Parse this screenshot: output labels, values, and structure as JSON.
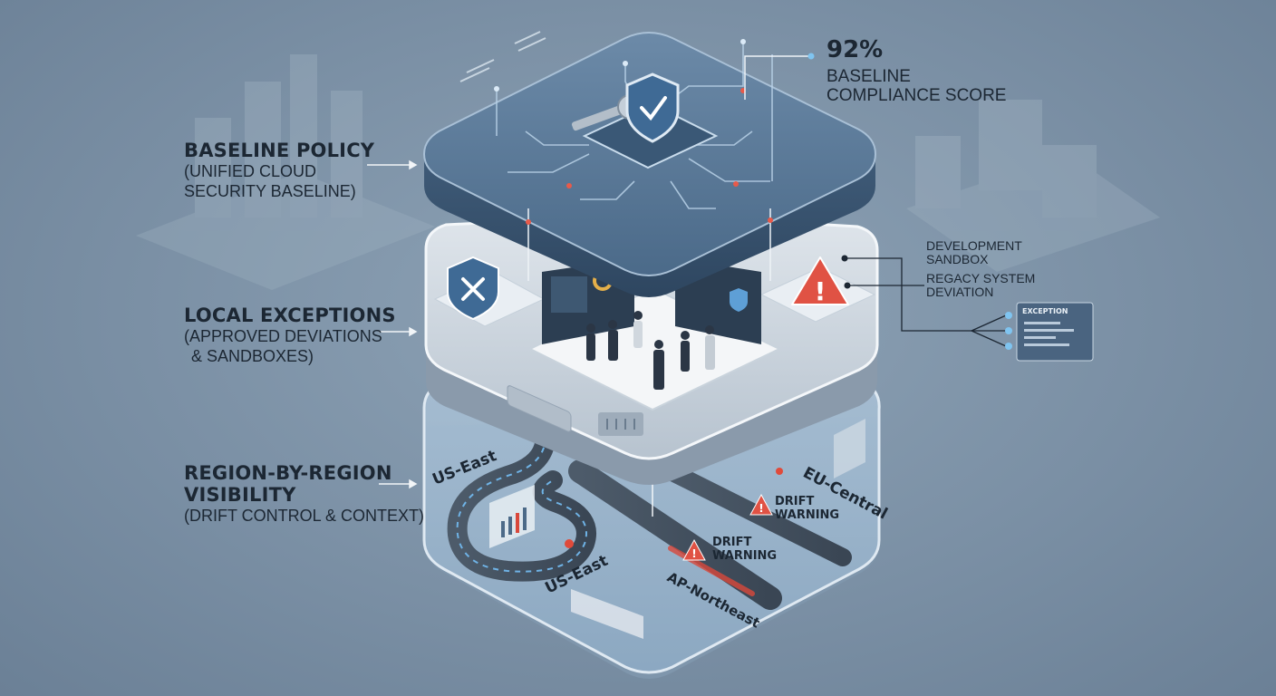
{
  "score": {
    "value": "92%",
    "line1": "BASELINE",
    "line2": "COMPLIANCE SCORE"
  },
  "layers": [
    {
      "title_lines": [
        "BASELINE POLICY"
      ],
      "sub_lines": [
        "(UNIFIED CLOUD",
        "SECURITY BASELINE)"
      ]
    },
    {
      "title_lines": [
        "LOCAL EXCEPTIONS"
      ],
      "sub_lines": [
        "(APPROVED DEVIATIONS",
        "& SANDBOXES)"
      ]
    },
    {
      "title_lines": [
        "REGION-BY-REGION",
        "VISIBILITY"
      ],
      "sub_lines": [
        "(DRIFT CONTROL & CONTEXT)"
      ]
    }
  ],
  "exception_labels": {
    "item1": [
      "DEVELOPMENT",
      "SANDBOX"
    ],
    "item2": [
      "REGACY SYSTEM",
      "DEVIATION"
    ],
    "panel_title": "EXCEPTION"
  },
  "regions": {
    "us_east_top": "US-East",
    "us_east_bottom": "US-East",
    "eu_central": "EU-Central",
    "ap_northeast": "AP-Northeast"
  },
  "warnings": {
    "drift1": [
      "DRIFT",
      "WARNING"
    ],
    "drift2": [
      "DRIFT",
      "WARNING"
    ]
  },
  "colors": {
    "background": "#7b90a5",
    "top_slab": "#4f6f8f",
    "warning_red": "#d9483b",
    "label_text": "#1c2733"
  }
}
